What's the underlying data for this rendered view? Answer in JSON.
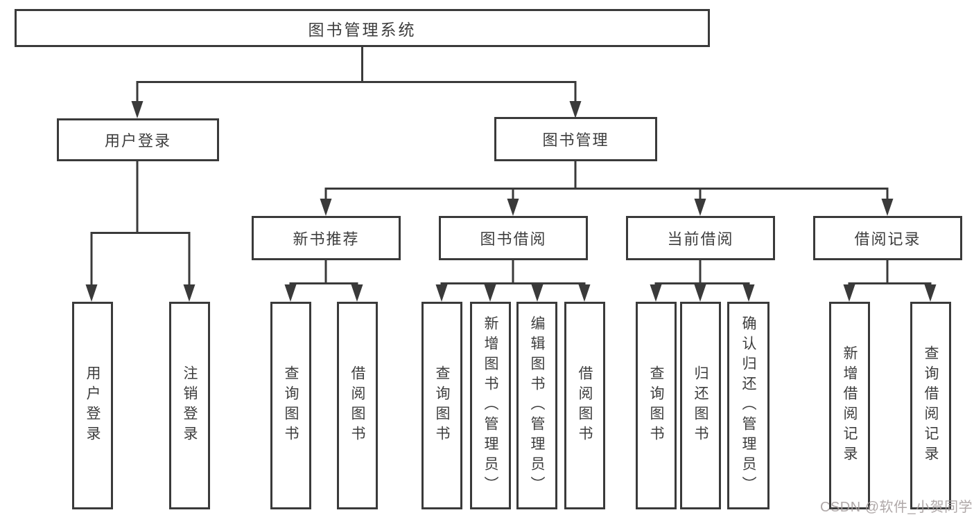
{
  "diagram": {
    "title": "图书管理系统",
    "type": "hierarchy-tree",
    "tree": {
      "label": "图书管理系统",
      "children": [
        {
          "label": "用户登录",
          "children": [
            {
              "label": "用户登录"
            },
            {
              "label": "注销登录"
            }
          ]
        },
        {
          "label": "图书管理",
          "children": [
            {
              "label": "新书推荐",
              "children": [
                {
                  "label": "查询图书"
                },
                {
                  "label": "借阅图书"
                }
              ]
            },
            {
              "label": "图书借阅",
              "children": [
                {
                  "label": "查询图书"
                },
                {
                  "label": "新增图书（管理员）"
                },
                {
                  "label": "编辑图书（管理员）"
                },
                {
                  "label": "借阅图书"
                }
              ]
            },
            {
              "label": "当前借阅",
              "children": [
                {
                  "label": "查询图书"
                },
                {
                  "label": "归还图书"
                },
                {
                  "label": "确认归还（管理员）"
                }
              ]
            },
            {
              "label": "借阅记录",
              "children": [
                {
                  "label": "新增借阅记录"
                },
                {
                  "label": "查询借阅记录"
                }
              ]
            }
          ]
        }
      ]
    },
    "colors": {
      "line": "#3a3a3a",
      "box_border": "#3a3a3a",
      "text": "#3d3d3d",
      "background": "#ffffff",
      "watermark": "#a49c9c"
    }
  },
  "watermark": {
    "text": "CSDN @软件_小贺同学"
  }
}
